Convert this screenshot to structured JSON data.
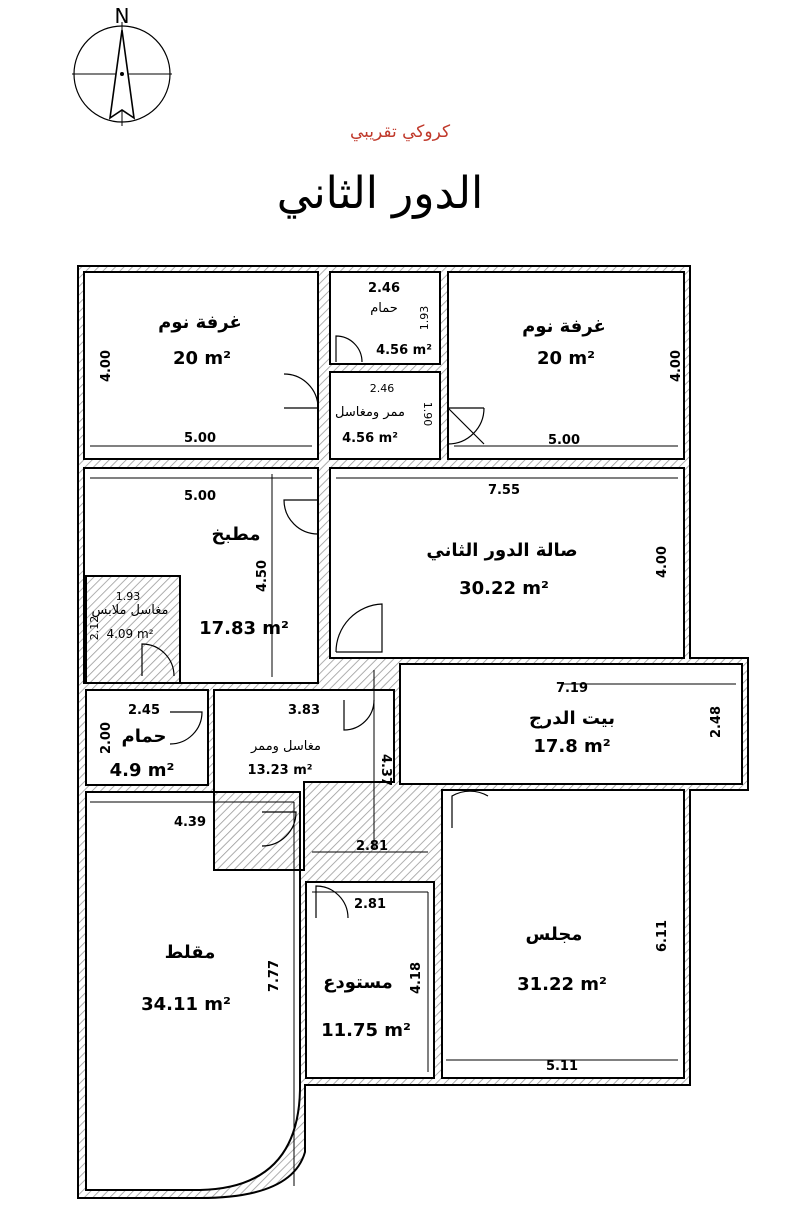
{
  "compass": {
    "north_label": "N"
  },
  "subtitle": "كروكي تقريبي",
  "title": "الدور الثاني",
  "rooms": {
    "bed1": {
      "name": "غرفة نوم",
      "area": "20 m²",
      "dim_w": "5.00",
      "dim_h": "4.00"
    },
    "bath_top": {
      "name": "حمام",
      "area": "4.56 m²",
      "dim_w": "2.46",
      "dim_h": "1.93"
    },
    "bed2": {
      "name": "غرفة نوم",
      "area": "20 m²",
      "dim_w": "5.00",
      "dim_h": "4.00"
    },
    "corridor_top": {
      "name": "ممر ومغاسل",
      "area": "4.56 m²",
      "dim_w": "2.46",
      "dim_h": "1.90"
    },
    "kitchen": {
      "name": "مطبخ",
      "area": "17.83 m²",
      "dim_w": "5.00",
      "dim_h": "4.50"
    },
    "hall": {
      "name": "صالة الدور الثاني",
      "area": "30.22 m²",
      "dim_w": "7.55",
      "dim_h": "4.00"
    },
    "laundry": {
      "name": "مغاسل ملابس",
      "area": "4.09 m²",
      "dim_w": "1.93",
      "dim_h": "2.12"
    },
    "bath_left": {
      "name": "حمام",
      "area": "4.9 m²",
      "dim_w": "2.45",
      "dim_h": "2.00"
    },
    "corridor_mid": {
      "name": "مغاسل وممر",
      "area": "13.23 m²",
      "dim_w": "3.83",
      "dim_h": "4.37",
      "dim_b": "2.81"
    },
    "stairs": {
      "name": "بيت الدرج",
      "area": "17.8 m²",
      "dim_w": "7.19",
      "dim_h": "2.48"
    },
    "living": {
      "name": "مقلط",
      "area": "34.11 m²",
      "dim_w": "4.39",
      "dim_h": "7.77"
    },
    "storage": {
      "name": "مستودع",
      "area": "11.75 m²",
      "dim_w": "2.81",
      "dim_h": "4.18"
    },
    "majlis": {
      "name": "مجلس",
      "area": "31.22 m²",
      "dim_w": "5.11",
      "dim_h": "6.11"
    }
  },
  "colors": {
    "wall": "#000000",
    "hatch": "#9a9a9a",
    "subtitle": "#c0392b"
  }
}
